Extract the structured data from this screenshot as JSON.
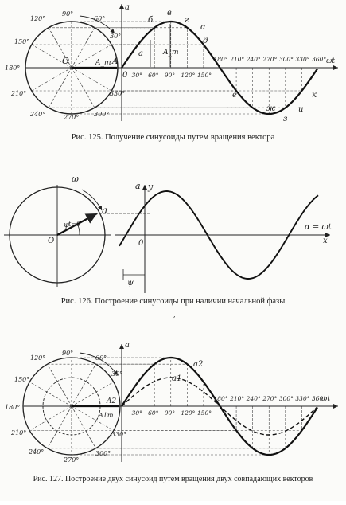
{
  "fig125": {
    "caption": "Рис. 125. Получение синусоиды путем вращения вектора",
    "circle_angles": [
      "90°",
      "60°",
      "30°",
      "120°",
      "150°",
      "180°",
      "210°",
      "240°",
      "270°",
      "300°",
      "330°"
    ],
    "axis_x_label": "ωt",
    "axis_y_label": "a",
    "labels": [
      "O",
      "A",
      "A_m",
      "0",
      "б",
      "в",
      "г",
      "д",
      "α",
      "a",
      "A_m",
      "е",
      "ж",
      "з",
      "и",
      "к"
    ],
    "x_ticks": [
      "30°",
      "60°",
      "90°",
      "120°",
      "150°",
      "180°",
      "210°",
      "240°",
      "270°",
      "300°",
      "330°",
      "360°"
    ]
  },
  "fig126": {
    "caption": "Рис. 126. Построение синусоиды при наличии начальной фазы",
    "labels": [
      "ω",
      "t=0",
      "a",
      "O",
      "ψ",
      "a",
      "y",
      "0",
      "α = ωt",
      "x",
      "ψ"
    ]
  },
  "fig127": {
    "caption": "Рис. 127. Построение двух синусоид путем вращения двух совпадающих векторов",
    "circle_angles": [
      "90°",
      "60°",
      "30°",
      "120°",
      "150°",
      "180°",
      "210°",
      "240°",
      "270°",
      "300°",
      "330°"
    ],
    "axis_x_label": "ωt",
    "axis_y_label": "a",
    "labels": [
      "A2",
      "A1m",
      "a2",
      "a1"
    ],
    "x_ticks": [
      "30°",
      "60°",
      "90°",
      "120°",
      "150°",
      "180°",
      "210°",
      "240°",
      "270°",
      "300°",
      "330°",
      "360°"
    ]
  },
  "marker": ","
}
